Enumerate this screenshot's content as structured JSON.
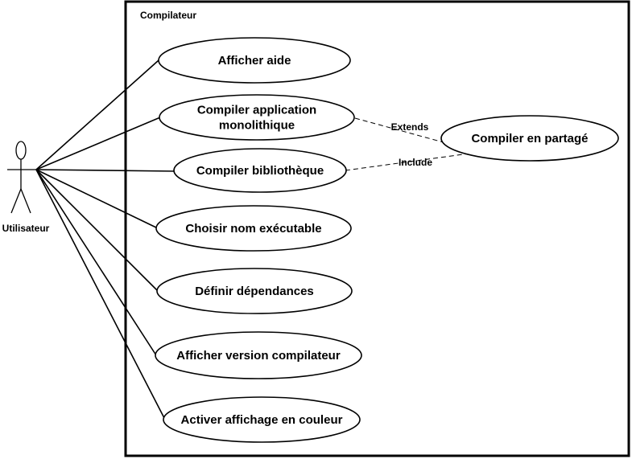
{
  "system": {
    "name": "Compilateur"
  },
  "actor": {
    "name": "Utilisateur"
  },
  "use_cases": [
    {
      "lines": [
        "Afficher aide"
      ]
    },
    {
      "lines": [
        "Compiler application",
        "monolithique"
      ]
    },
    {
      "lines": [
        "Compiler bibliothèque"
      ]
    },
    {
      "lines": [
        "Choisir nom exécutable"
      ]
    },
    {
      "lines": [
        "Définir dépendances"
      ]
    },
    {
      "lines": [
        "Afficher version compilateur"
      ]
    },
    {
      "lines": [
        "Activer affichage en couleur"
      ]
    }
  ],
  "external_use_case": {
    "lines": [
      "Compiler en partagé"
    ]
  },
  "relations": {
    "extends_label": "Extends",
    "include_label": "Include"
  },
  "colors": {
    "stroke": "#000000",
    "fill": "#ffffff"
  }
}
